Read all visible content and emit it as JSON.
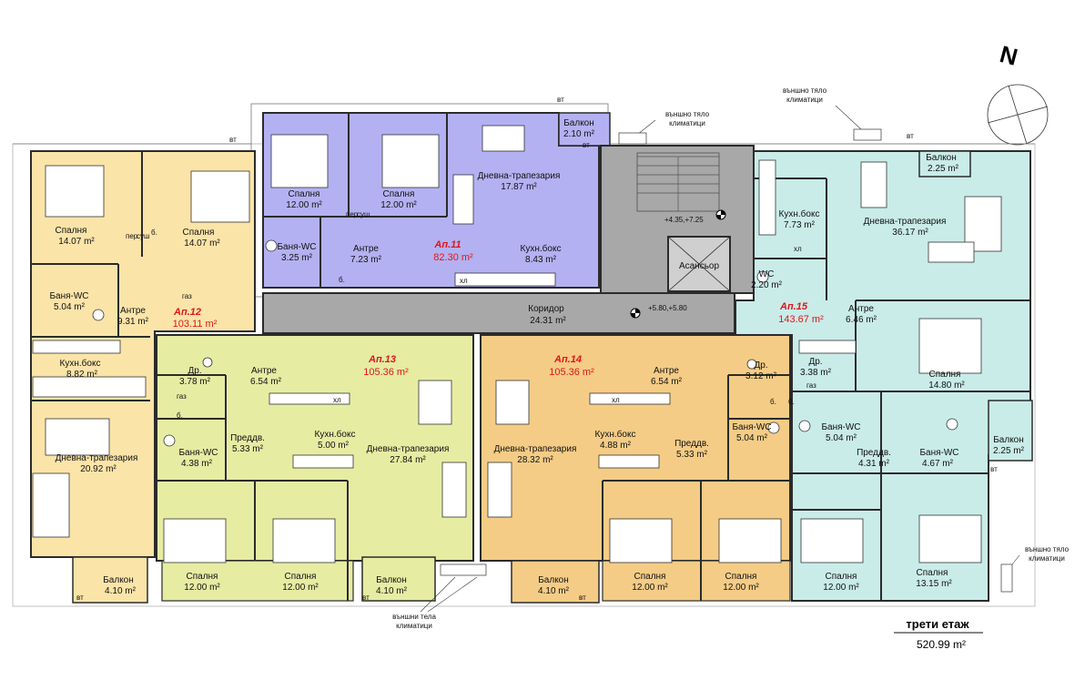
{
  "north_label": "N",
  "floor_title": "трети етаж",
  "floor_area": "520.99 m²",
  "colors": {
    "apt11": "#b4b1f2",
    "apt12": "#fbe4a8",
    "apt13": "#e6eca2",
    "apt14": "#f4cc86",
    "apt15": "#c9ece8",
    "common": "#a8a8a8",
    "wall": "#2b2b2b",
    "apartment_label": "#e0151b"
  },
  "apartments": [
    {
      "id": "apt11",
      "label": "Ап.11",
      "area": "82.30 m²"
    },
    {
      "id": "apt12",
      "label": "Ап.12",
      "area": "103.11 m²"
    },
    {
      "id": "apt13",
      "label": "Ап.13",
      "area": "105.36 m²"
    },
    {
      "id": "apt14",
      "label": "Ап.14",
      "area": "105.36 m²"
    },
    {
      "id": "apt15",
      "label": "Ап.15",
      "area": "143.67 m²"
    }
  ],
  "rooms": [
    {
      "name": "Спалня",
      "area": "12.00 m²"
    },
    {
      "name": "Спалня",
      "area": "12.00 m²"
    },
    {
      "name": "Дневна-трапезария",
      "area": "17.87 m²"
    },
    {
      "name": "Балкон",
      "area": "2.10 m²"
    },
    {
      "name": "Баня-WC",
      "area": "3.25 m²"
    },
    {
      "name": "Антре",
      "area": "7.23 m²"
    },
    {
      "name": "Кухн.бокс",
      "area": "8.43 m²"
    },
    {
      "name": "Спалня",
      "area": "14.07 m²"
    },
    {
      "name": "Спалня",
      "area": "14.07 m²"
    },
    {
      "name": "Баня-WC",
      "area": "5.04 m²"
    },
    {
      "name": "Антре",
      "area": "9.31 m²"
    },
    {
      "name": "Кухн.бокс",
      "area": "8.82 m²"
    },
    {
      "name": "Дневна-трапезария",
      "area": "20.92 m²"
    },
    {
      "name": "Балкон",
      "area": "4.10 m²"
    },
    {
      "name": "Др.",
      "area": "3.78 m²"
    },
    {
      "name": "Антре",
      "area": "6.54 m²"
    },
    {
      "name": "Кухн.бокс",
      "area": "5.00 m²"
    },
    {
      "name": "Преддв.",
      "area": "5.33 m²"
    },
    {
      "name": "Баня-WC",
      "area": "4.38 m²"
    },
    {
      "name": "Дневна-трапезария",
      "area": "27.84 m²"
    },
    {
      "name": "Спалня",
      "area": "12.00 m²"
    },
    {
      "name": "Спалня",
      "area": "12.00 m²"
    },
    {
      "name": "Балкон",
      "area": "4.10 m²"
    },
    {
      "name": "Дневна-трапезария",
      "area": "28.32 m²"
    },
    {
      "name": "Кухн.бокс",
      "area": "4.88 m²"
    },
    {
      "name": "Антре",
      "area": "6.54 m²"
    },
    {
      "name": "Др.",
      "area": "3.12 m²"
    },
    {
      "name": "Баня-WC",
      "area": "5.04 m²"
    },
    {
      "name": "Преддв.",
      "area": "5.33 m²"
    },
    {
      "name": "Балкон",
      "area": "4.10 m²"
    },
    {
      "name": "Спалня",
      "area": "12.00 m²"
    },
    {
      "name": "Спалня",
      "area": "12.00 m²"
    },
    {
      "name": "Балкон",
      "area": "2.25 m²"
    },
    {
      "name": "Кухн.бокс",
      "area": "7.73 m²"
    },
    {
      "name": "Дневна-трапезария",
      "area": "36.17 m²"
    },
    {
      "name": "WC",
      "area": "2.20 m²"
    },
    {
      "name": "Антре",
      "area": "6.46 m²"
    },
    {
      "name": "Др.",
      "area": "3.38 m²"
    },
    {
      "name": "Спалня",
      "area": "14.80 m²"
    },
    {
      "name": "Баня-WC",
      "area": "5.04 m²"
    },
    {
      "name": "Преддв.",
      "area": "4.31 m²"
    },
    {
      "name": "Баня-WC",
      "area": "4.67 m²"
    },
    {
      "name": "Балкон",
      "area": "2.25 m²"
    },
    {
      "name": "Спалня",
      "area": "12.00 m²"
    },
    {
      "name": "Спалня",
      "area": "13.15 m²"
    },
    {
      "name": "Коридор",
      "area": "24.31 m²"
    }
  ],
  "elevator": "Асансьор",
  "levels": {
    "stair": "+4.35,+7.25",
    "corridor": "+5.80,+5.80"
  },
  "notes": {
    "ac_line1": "външно тяло",
    "ac_line2": "климатици",
    "ac_bottom_line1": "външни тела",
    "ac_bottom_line2": "климатици",
    "vt": "вт",
    "gas": "газ",
    "sink": "б.",
    "hl": "хл",
    "dryer": "суш",
    "washer": "пер."
  }
}
